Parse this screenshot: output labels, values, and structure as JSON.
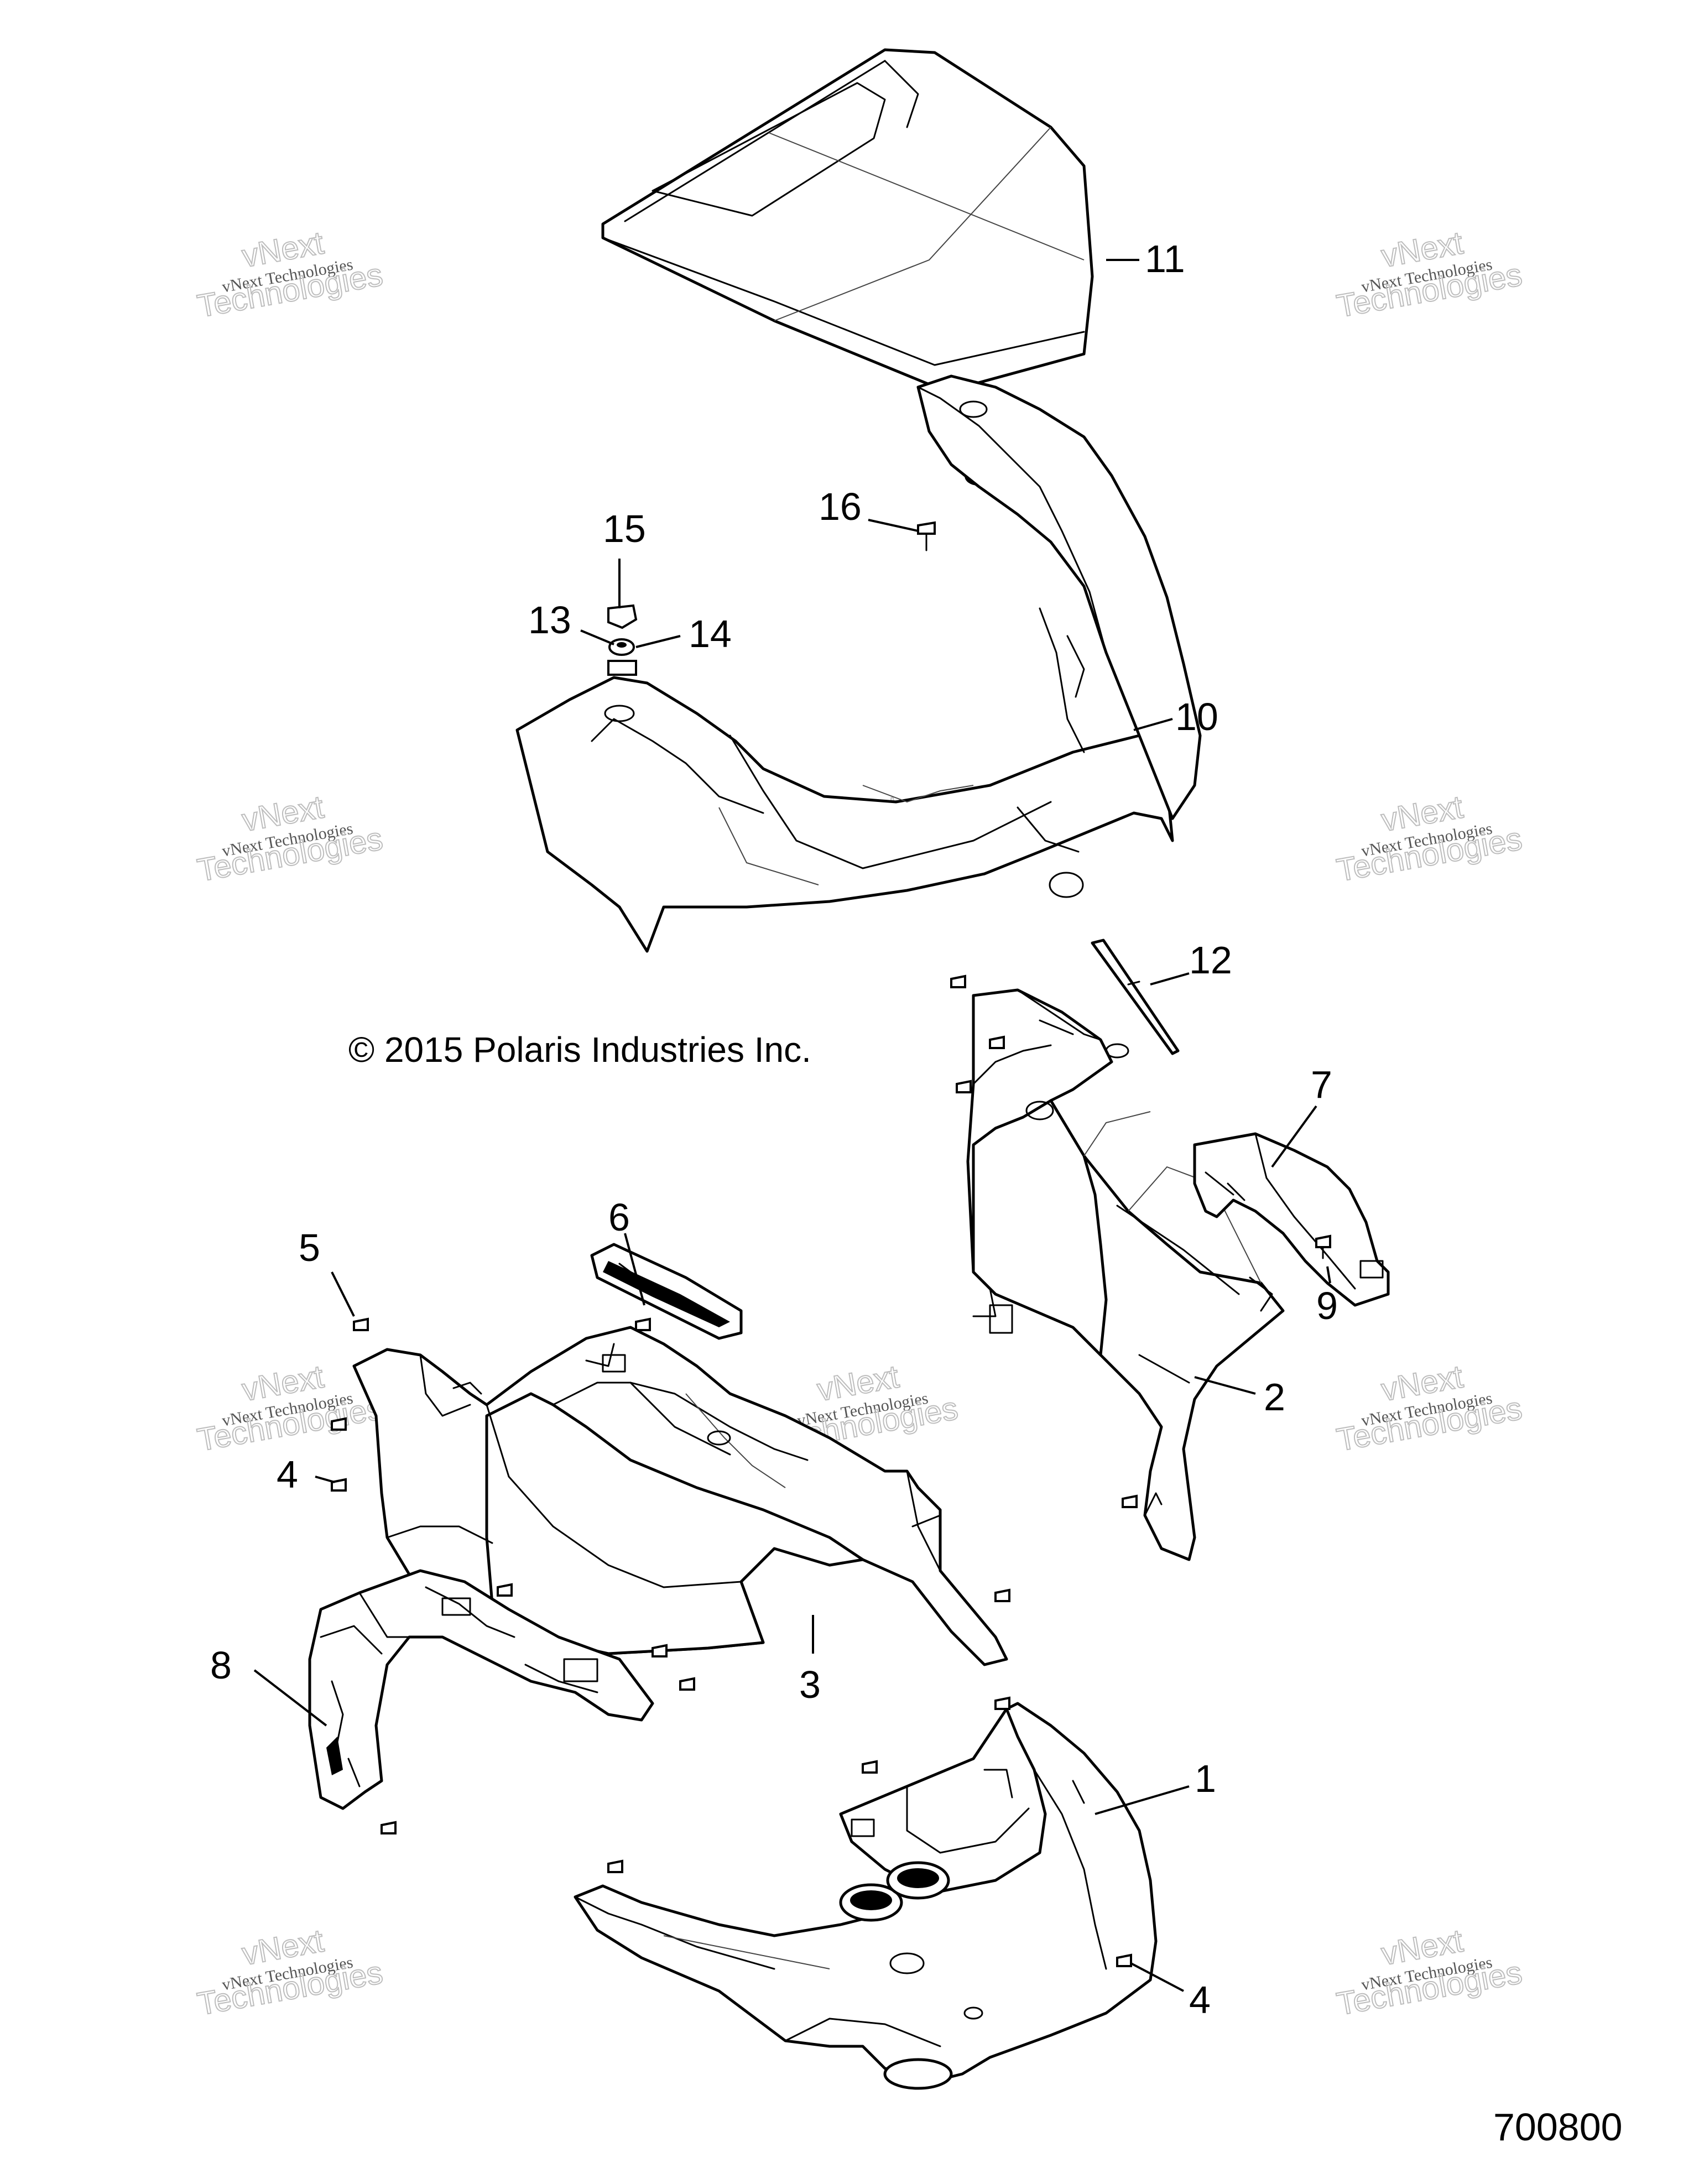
{
  "diagram_id": "700800",
  "copyright": "© 2015 Polaris Industries Inc.",
  "watermark": {
    "line1": "vNext Technologies",
    "line2": "vNext",
    "line3": "Technologies"
  },
  "callouts": {
    "c1": "1",
    "c2": "2",
    "c3": "3",
    "c4a": "4",
    "c4b": "4",
    "c5": "5",
    "c6": "6",
    "c7": "7",
    "c8": "8",
    "c9": "9",
    "c10": "10",
    "c11": "11",
    "c12": "12",
    "c13": "13",
    "c14": "14",
    "c15": "15",
    "c16": "16"
  }
}
